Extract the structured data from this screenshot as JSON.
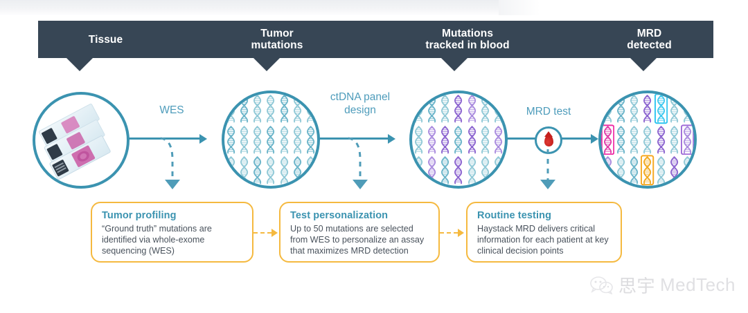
{
  "header": {
    "columns": [
      {
        "id": "tissue",
        "lines": [
          "Tissue"
        ]
      },
      {
        "id": "tumor-mutations",
        "lines": [
          "Tumor",
          "mutations"
        ]
      },
      {
        "id": "mutations-tracked-in-blood",
        "lines": [
          "Mutations",
          "tracked in blood"
        ]
      },
      {
        "id": "mrd-detected",
        "lines": [
          "MRD",
          "detected"
        ]
      }
    ],
    "bg_color": "#374655",
    "text_color": "#ffffff"
  },
  "flow": {
    "labels": [
      {
        "id": "wes",
        "lines": [
          "WES"
        ]
      },
      {
        "id": "ctdna-panel-design",
        "lines": [
          "ctDNA panel",
          "design"
        ]
      },
      {
        "id": "mrd-test",
        "lines": [
          "MRD test"
        ]
      }
    ],
    "line_color": "#3b93b0",
    "blood_drop_color": "#c5201d"
  },
  "stages": [
    {
      "id": "tissue-slides",
      "icon": "tissue-slides-icon"
    },
    {
      "id": "tumor-mutations-dna",
      "icon": "dna-grid-icon"
    },
    {
      "id": "blood-tracked-dna",
      "icon": "dna-grid-mutated-icon"
    },
    {
      "id": "mrd-detected-dna",
      "icon": "dna-grid-detected-icon"
    }
  ],
  "callouts": [
    {
      "id": "tumor-profiling",
      "title": "Tumor profiling",
      "body": "“Ground truth” mutations are identified via whole-exome sequencing (WES)"
    },
    {
      "id": "test-personalization",
      "title": "Test personalization",
      "body": "Up to 50 mutations are selected from WES to personalize an assay that maximizes MRD detection"
    },
    {
      "id": "routine-testing",
      "title": "Routine testing",
      "body": "Haystack MRD delivers critical information for each patient at key clinical decision points"
    }
  ],
  "callout_style": {
    "border_color": "#f5b93f",
    "title_color": "#3b93b0",
    "body_color": "#49525c"
  },
  "watermark": {
    "cn_text": "思宇",
    "en_text": "MedTech"
  }
}
